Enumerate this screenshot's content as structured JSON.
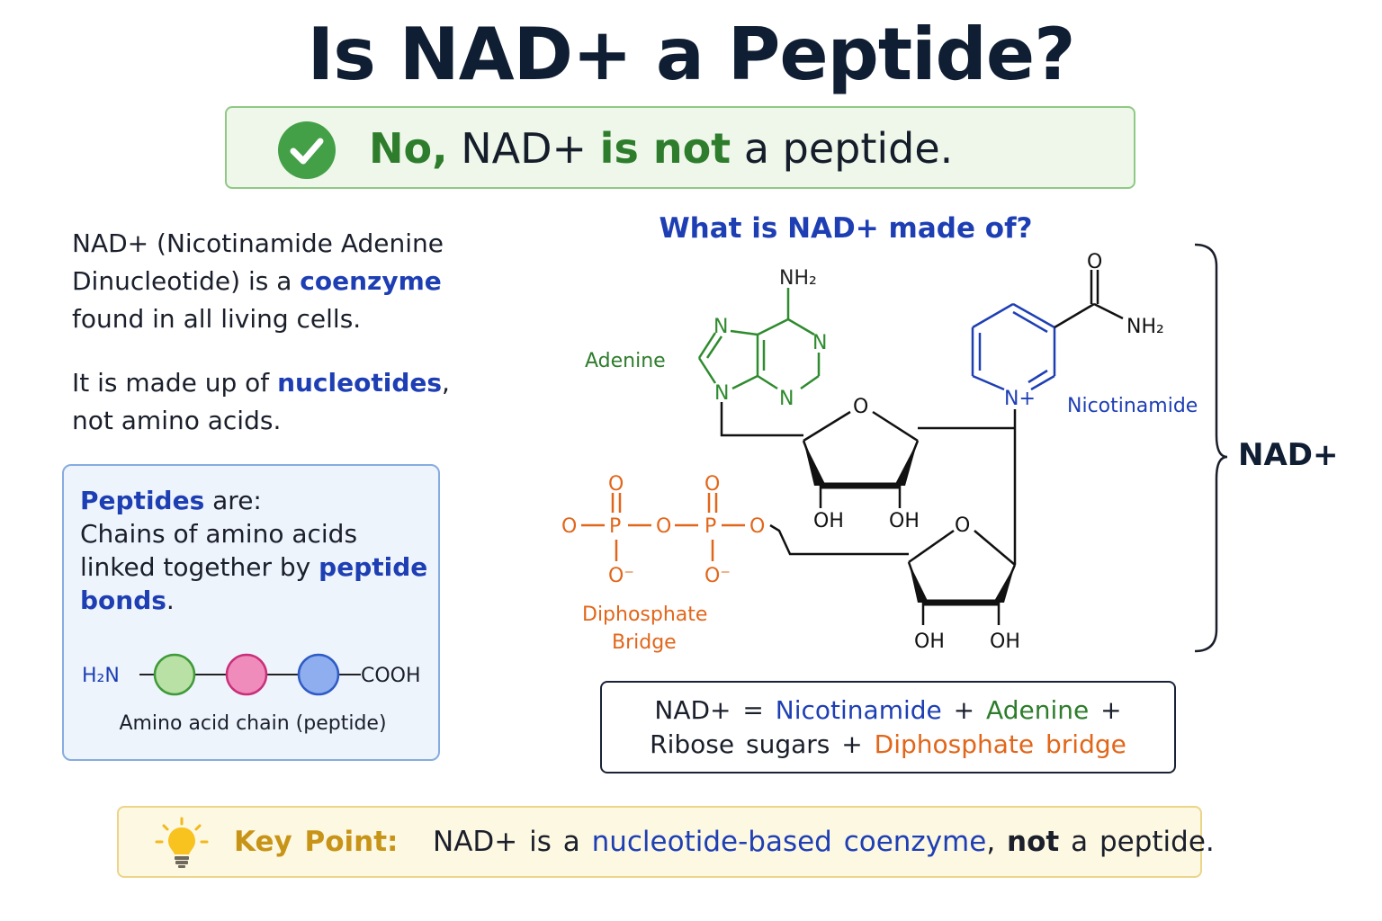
{
  "title": "Is NAD+ a Peptide?",
  "answer": {
    "no": "No,",
    "subject": "NAD+",
    "is_not": "is not",
    "rest": "a peptide."
  },
  "intro": {
    "line_a": "NAD+ (Nicotinamide Adenine Dinucleotide) is a",
    "coenzyme": "coenzyme",
    "line_b": "found in all living cells.",
    "made_a": "It is made up of",
    "nucleotides": "nucleotides",
    "made_b": ",",
    "made_c": "not amino acids."
  },
  "peptides_box": {
    "heading": "Peptides",
    "heading_rest": " are:",
    "text": "Chains of amino acids linked together by",
    "bonds": "peptide bonds",
    "bonds_end": ".",
    "n_term": "H₂N",
    "c_term": "COOH",
    "caption": "Amino acid chain (peptide)",
    "colors": [
      "#b9e0a5",
      "#f08cbc",
      "#8eaef0"
    ]
  },
  "structure": {
    "heading": "What is NAD+ made of?",
    "adenine_label": "Adenine",
    "nicotinamide_label": "Nicotinamide",
    "diphosphate_label_1": "Diphosphate",
    "diphosphate_label_2": "Bridge",
    "nad_label": "NAD+",
    "atoms": {
      "nh2": "NH₂",
      "n": "N",
      "o": "O",
      "oh": "OH",
      "p": "P",
      "o_minus": "O⁻",
      "n_plus": "N+"
    }
  },
  "equation": {
    "lhs": "NAD+",
    "eq": "=",
    "nicotinamide": "Nicotinamide",
    "plus": "+",
    "adenine": "Adenine",
    "ribose": "Ribose sugars",
    "diphosphate": "Diphosphate bridge"
  },
  "key_point": {
    "label": "Key Point:",
    "text_a": "NAD+ is a",
    "highlight": "nucleotide-based coenzyme",
    "comma": ",",
    "not": "not",
    "text_b": "a peptide."
  },
  "colors": {
    "green": "#2e7d2c",
    "blue": "#1e3fb4",
    "orange": "#e2661a",
    "gold": "#c89418"
  }
}
